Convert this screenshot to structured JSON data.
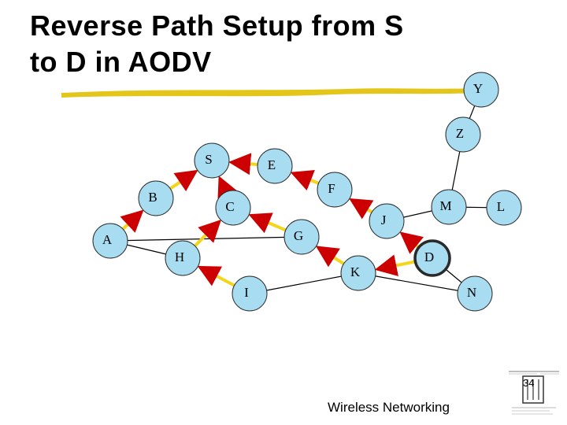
{
  "slide": {
    "title_line1": "Reverse Path Setup from S",
    "title_line2": "to D in AODV",
    "footer": "Wireless Networking",
    "page_number": "34"
  },
  "colors": {
    "node_fill": "#a8dcf0",
    "node_border": "#2a2a2a",
    "edge": "#000000",
    "reverse_edge": "#f2d51c",
    "arrow_head": "#cc0000",
    "underline": "#e0c000"
  },
  "diagram": {
    "nodes": [
      {
        "id": "S",
        "label": "S"
      },
      {
        "id": "E",
        "label": "E"
      },
      {
        "id": "B",
        "label": "B"
      },
      {
        "id": "C",
        "label": "C"
      },
      {
        "id": "F",
        "label": "F"
      },
      {
        "id": "A",
        "label": "A"
      },
      {
        "id": "G",
        "label": "G"
      },
      {
        "id": "H",
        "label": "H"
      },
      {
        "id": "I",
        "label": "I"
      },
      {
        "id": "K",
        "label": "K"
      },
      {
        "id": "J",
        "label": "J"
      },
      {
        "id": "M",
        "label": "M"
      },
      {
        "id": "L",
        "label": "L"
      },
      {
        "id": "D",
        "label": "D"
      },
      {
        "id": "N",
        "label": "N"
      },
      {
        "id": "Y",
        "label": "Y"
      },
      {
        "id": "Z",
        "label": "Z"
      }
    ],
    "edges": [
      {
        "from": "A",
        "to": "B",
        "reverse": false
      },
      {
        "from": "A",
        "to": "H",
        "reverse": false
      },
      {
        "from": "A",
        "to": "G",
        "reverse": false
      },
      {
        "from": "H",
        "to": "I",
        "reverse": false
      },
      {
        "from": "I",
        "to": "K",
        "reverse": false
      },
      {
        "from": "K",
        "to": "N",
        "reverse": false
      },
      {
        "from": "D",
        "to": "N",
        "reverse": false
      },
      {
        "from": "J",
        "to": "M",
        "reverse": false
      },
      {
        "from": "M",
        "to": "L",
        "reverse": false
      },
      {
        "from": "M",
        "to": "Z",
        "reverse": false
      },
      {
        "from": "Z",
        "to": "Y",
        "reverse": false
      },
      {
        "from": "S",
        "to": "E",
        "reverse": true
      },
      {
        "from": "S",
        "to": "B",
        "reverse": true
      },
      {
        "from": "S",
        "to": "C",
        "reverse": true
      },
      {
        "from": "E",
        "to": "F",
        "reverse": true
      },
      {
        "from": "B",
        "to": "A",
        "reverse": true
      },
      {
        "from": "C",
        "to": "G",
        "reverse": true
      },
      {
        "from": "C",
        "to": "H",
        "reverse": true
      },
      {
        "from": "F",
        "to": "J",
        "reverse": true
      },
      {
        "from": "G",
        "to": "K",
        "reverse": true
      },
      {
        "from": "H",
        "to": "I",
        "reverse": true
      },
      {
        "from": "J",
        "to": "D",
        "reverse": true
      },
      {
        "from": "K",
        "to": "D",
        "reverse": true
      }
    ],
    "highlighted_nodes": [
      "D"
    ]
  }
}
